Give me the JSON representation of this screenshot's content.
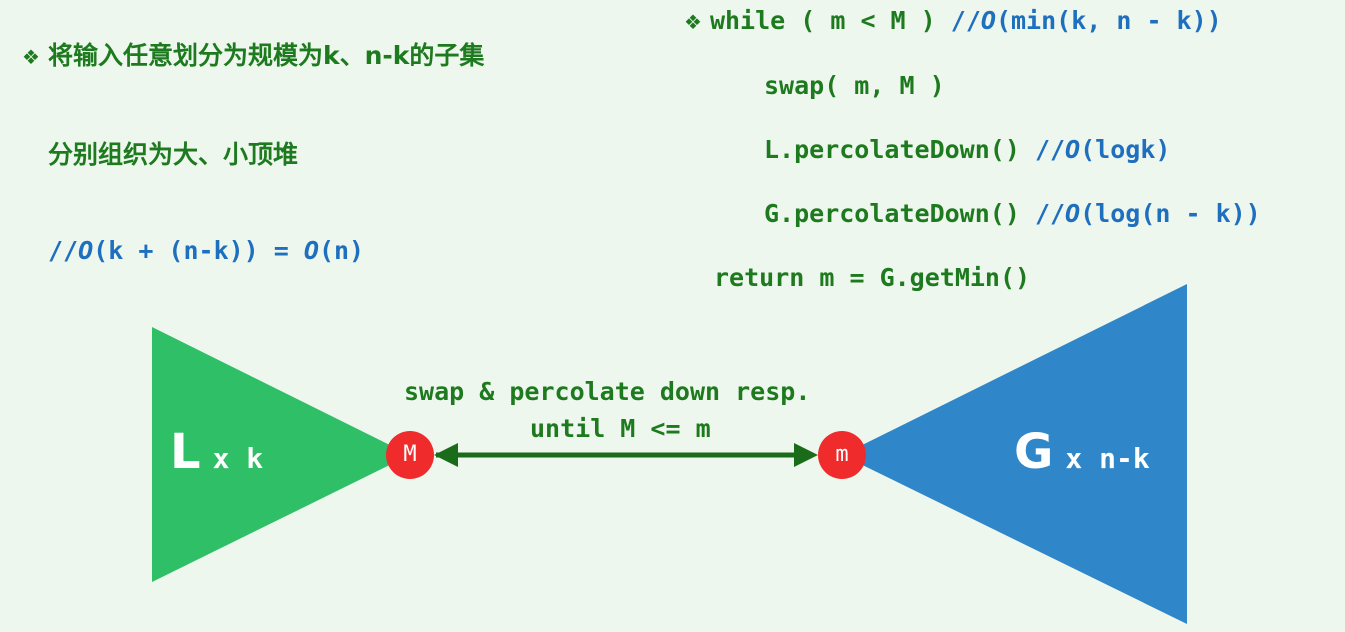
{
  "left_text": {
    "bullet_icon": "diamond-bullet-icon",
    "line1": "将输入任意划分为规模为k、n-k的子集",
    "line2": "分别组织为大、小顶堆",
    "line3_prefix": "//",
    "line3_o1": "O",
    "line3_mid": "(k + (n-k)) = ",
    "line3_o2": "O",
    "line3_suffix": "(n)"
  },
  "code": {
    "bullet_icon": "diamond-bullet-icon",
    "line1_code": "while ( m < M ) ",
    "line1_cmt_prefix": "//",
    "line1_cmt_o": "O",
    "line1_cmt_rest": "(min(k, n - k))",
    "line2_code": "swap( m, M )",
    "line3_code": "L.percolateDown() ",
    "line3_cmt_prefix": "//",
    "line3_cmt_o": "O",
    "line3_cmt_rest": "(logk)",
    "line4_code": "G.percolateDown() ",
    "line4_cmt_prefix": "//",
    "line4_cmt_o": "O",
    "line4_cmt_rest": "(log(n - k))",
    "line5_code": "return m = G.getMin()"
  },
  "diagram": {
    "left_heap_name": "L",
    "left_heap_size": "x k",
    "right_heap_name": "G",
    "right_heap_size": "x n-k",
    "left_node": "M",
    "right_node": "m",
    "swap_line1": "swap & percolate down resp.",
    "swap_line2": "until M <= m",
    "colors": {
      "left_heap": "#2fbf66",
      "right_heap": "#2f86c8",
      "node": "#ef2b2b",
      "arrow": "#1a6b1a",
      "text_green": "#1e7a1e",
      "text_blue": "#1f6fbf"
    }
  }
}
